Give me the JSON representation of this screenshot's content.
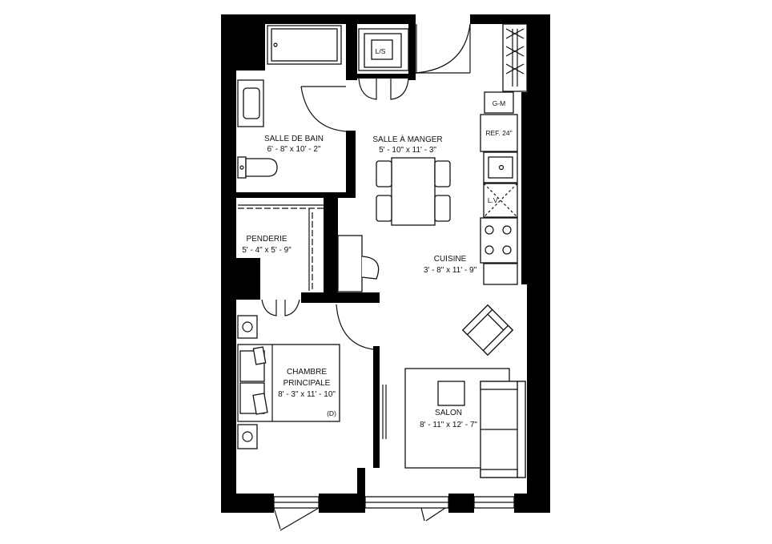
{
  "rooms": {
    "bathroom": {
      "name": "SALLE DE BAIN",
      "dims": "6' - 8\"  x 10' - 2\""
    },
    "dining": {
      "name": "SALLE À MANGER",
      "dims": "5' - 10\"  x 11' - 3\""
    },
    "closet": {
      "name": "PENDERIE",
      "dims": "5' - 4\"  x 5' - 9\""
    },
    "kitchen": {
      "name": "CUISINE",
      "dims": "3' - 8\"  x 11' - 9\""
    },
    "bedroom": {
      "name1": "CHAMBRE",
      "name2": "PRINCIPALE",
      "dims": "8' - 3\"  x 11' - 10\""
    },
    "living": {
      "name": "SALON",
      "dims": "8' - 11\"  x 12' - 7\""
    }
  },
  "fixtures": {
    "laundry": "L/S",
    "pantry": "G-M",
    "fridge": "REF. 24\"",
    "dishwasher": "L.V.",
    "detector": "(D)"
  },
  "colors": {
    "wall": "#000000",
    "line": "#111111",
    "background": "#ffffff"
  }
}
